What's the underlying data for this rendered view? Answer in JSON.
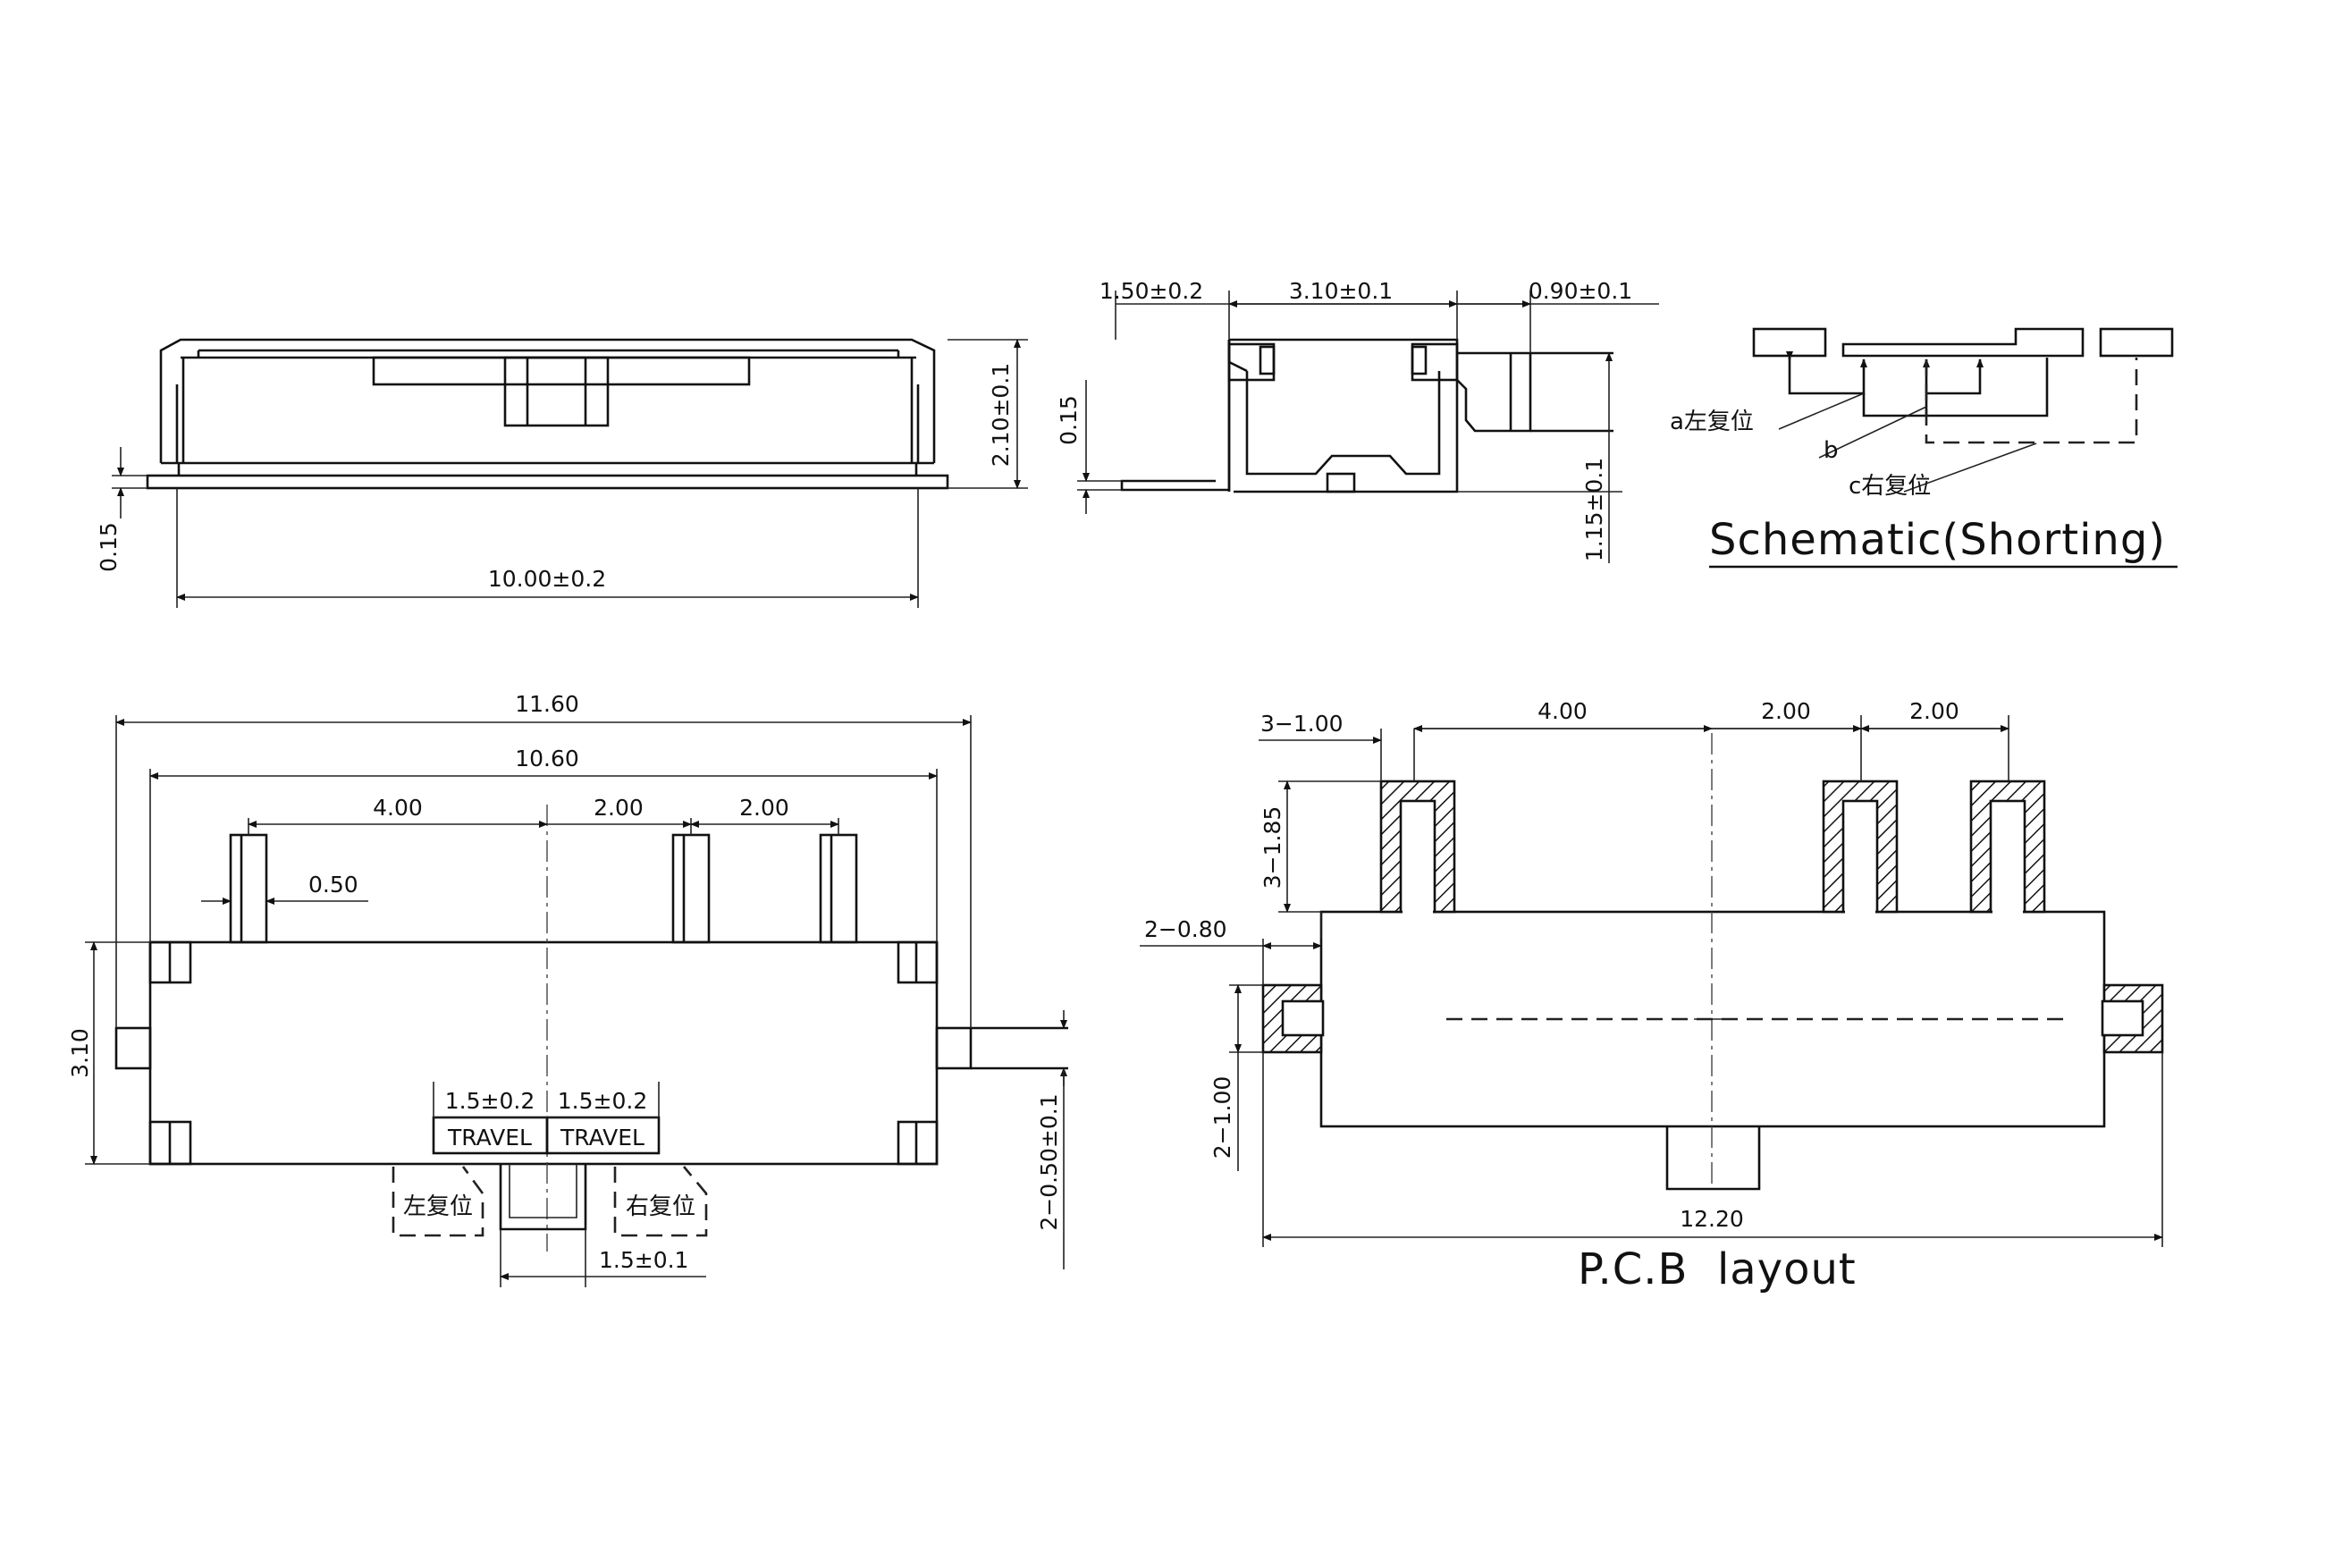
{
  "side_view": {
    "dim_height": "2.10±0.1",
    "dim_base": "0.15",
    "dim_length": "10.00±0.2"
  },
  "end_view": {
    "dim_left": "1.50±0.2",
    "dim_body": "3.10±0.1",
    "dim_right": "0.90±0.1",
    "dim_base": "0.15",
    "dim_stem": "1.15±0.1"
  },
  "schematic": {
    "label_a": "a左复位",
    "label_b": "b",
    "label_c": "c右复位",
    "title": "Schematic(Shorting)"
  },
  "top_view": {
    "dim_overall": "11.60",
    "dim_body": "10.60",
    "dim_pitch1": "4.00",
    "dim_pitch2": "2.00",
    "dim_pitch3": "2.00",
    "dim_pin": "0.50",
    "dim_height": "3.10",
    "travel_left": "1.5±0.2",
    "travel_right": "1.5±0.2",
    "travel_label_left": "TRAVEL",
    "travel_label_right": "TRAVEL",
    "reset_left": "左复位",
    "reset_right": "右复位",
    "dim_actuator": "1.5±0.1",
    "dim_tab": "2−0.50±0.1"
  },
  "pcb_layout": {
    "dim_pad_w": "3−1.00",
    "dim_pitch1": "4.00",
    "dim_pitch2": "2.00",
    "dim_pitch3": "2.00",
    "dim_pad_h": "3−1.85",
    "dim_side_w": "2−0.80",
    "dim_side_h": "2−1.00",
    "dim_overall": "12.20",
    "title": "P.C.B  layout"
  }
}
